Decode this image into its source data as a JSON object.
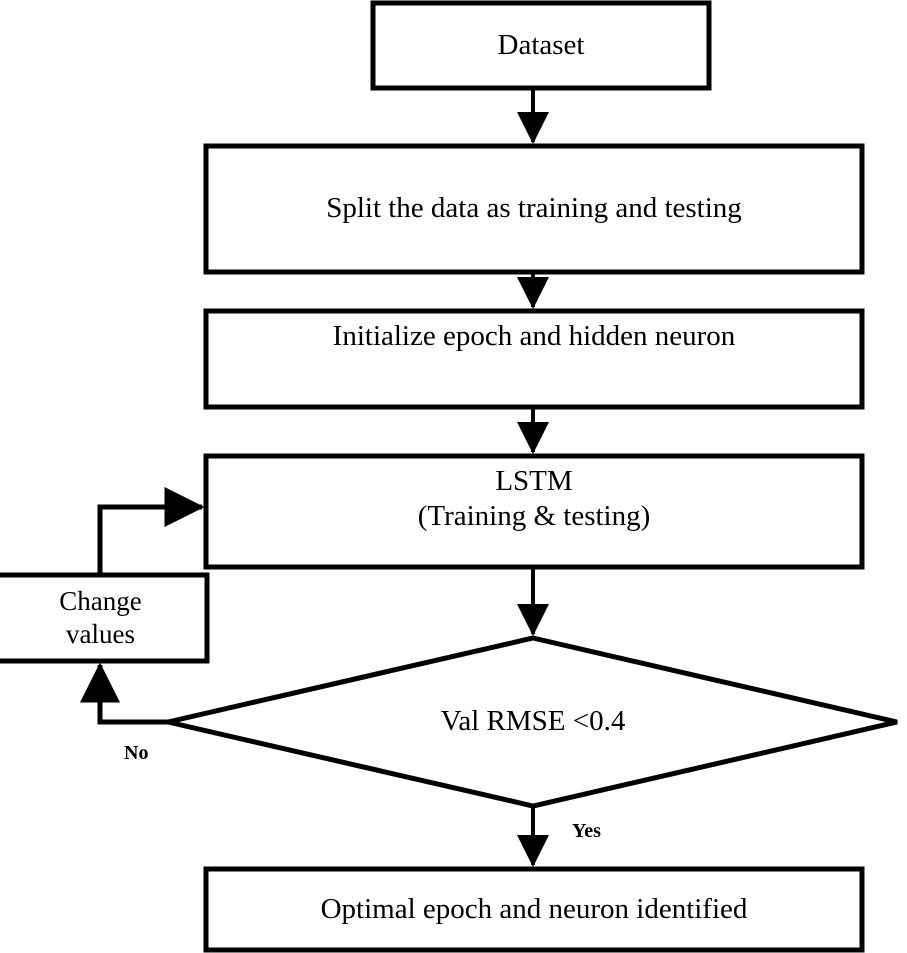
{
  "diagram": {
    "title": "LSTM hyperparameter tuning flowchart",
    "type": "flowchart",
    "stroke_color": "#000000",
    "fill_color": "#ffffff",
    "text_color": "#000000"
  },
  "nodes": {
    "dataset": {
      "label": "Dataset",
      "shape": "rectangle",
      "font_size": "29px"
    },
    "split_data": {
      "label": "Split the data as training and testing",
      "shape": "rectangle",
      "font_size": "29px"
    },
    "initialize": {
      "label": "Initialize epoch and hidden neuron",
      "shape": "rectangle",
      "font_size": "29px"
    },
    "lstm": {
      "line1": "LSTM",
      "line2": "(Training & testing)",
      "shape": "rectangle",
      "font_size": "29px"
    },
    "change_values": {
      "line1": "Change",
      "line2": "values",
      "shape": "rectangle",
      "font_size": "27px"
    },
    "decision": {
      "label": "Val RMSE <0.4",
      "shape": "diamond",
      "font_size": "29px"
    },
    "optimal": {
      "label": "Optimal epoch and neuron identified",
      "shape": "rectangle",
      "font_size": "29px"
    }
  },
  "edges": {
    "no_label": "No",
    "yes_label": "Yes"
  }
}
